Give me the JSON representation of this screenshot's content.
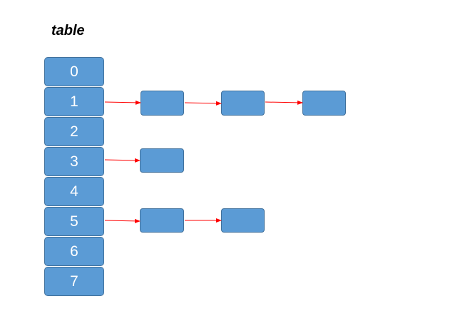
{
  "title": "table",
  "colors": {
    "box_fill": "#5b9bd5",
    "box_border": "#41719c",
    "arrow": "#ff0000",
    "index_text": "#ffffff"
  },
  "slots": [
    "0",
    "1",
    "2",
    "3",
    "4",
    "5",
    "6",
    "7"
  ],
  "chains": [
    {
      "slot": "1",
      "nodes": 3
    },
    {
      "slot": "3",
      "nodes": 1
    },
    {
      "slot": "5",
      "nodes": 2
    }
  ]
}
